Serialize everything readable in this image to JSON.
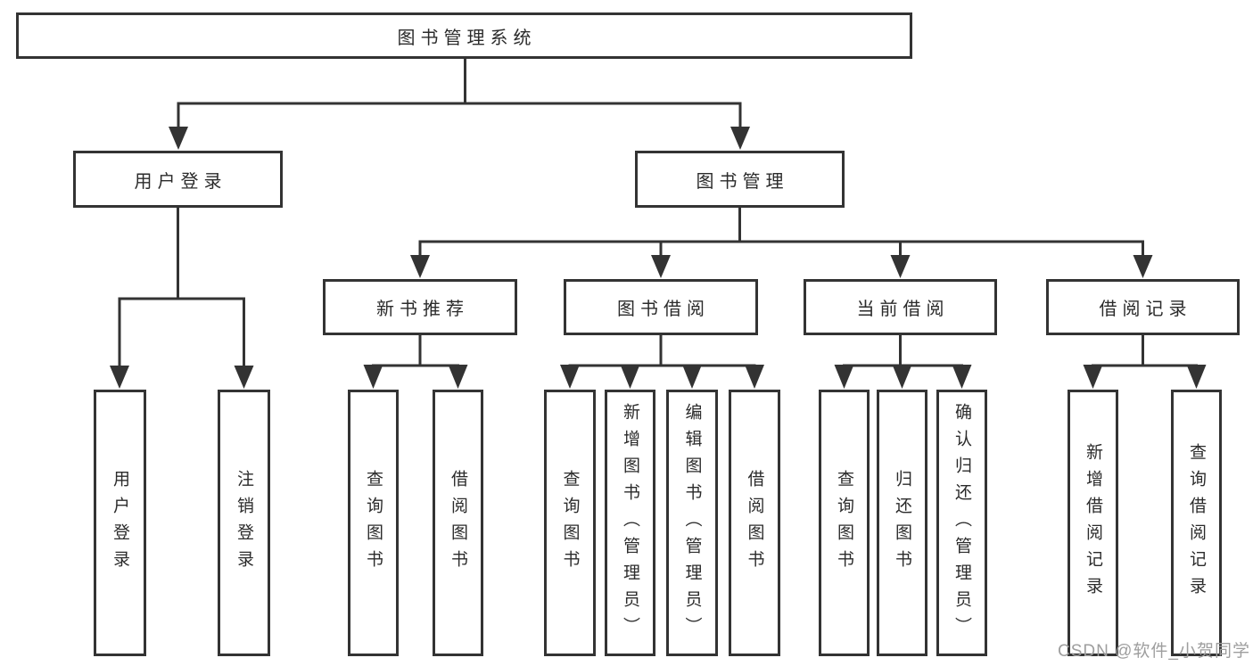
{
  "diagram": {
    "root": {
      "label": "图书管理系统",
      "children": [
        {
          "label": "用户登录",
          "children": [
            {
              "label": "用户登录"
            },
            {
              "label": "注销登录"
            }
          ]
        },
        {
          "label": "图书管理",
          "children": [
            {
              "label": "新书推荐",
              "children": [
                {
                  "label": "查询图书"
                },
                {
                  "label": "借阅图书"
                }
              ]
            },
            {
              "label": "图书借阅",
              "children": [
                {
                  "label": "查询图书"
                },
                {
                  "label": "新增图书（管理员）"
                },
                {
                  "label": "编辑图书（管理员）"
                },
                {
                  "label": "借阅图书"
                }
              ]
            },
            {
              "label": "当前借阅",
              "children": [
                {
                  "label": "查询图书"
                },
                {
                  "label": "归还图书"
                },
                {
                  "label": "确认归还（管理员）"
                }
              ]
            },
            {
              "label": "借阅记录",
              "children": [
                {
                  "label": "新增借阅记录"
                },
                {
                  "label": "查询借阅记录"
                }
              ]
            }
          ]
        }
      ]
    }
  },
  "watermark": {
    "text": "CSDN @软件_小贺同学"
  },
  "colors": {
    "line": "#333333",
    "box_border": "#333333",
    "text": "#2b2b2b",
    "background": "#ffffff",
    "watermark": "#9e9e9e"
  }
}
